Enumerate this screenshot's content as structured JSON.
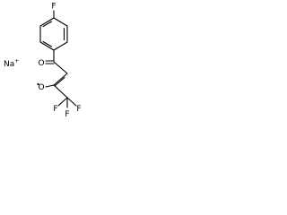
{
  "molecule": {
    "counterion": {
      "symbol": "Na",
      "charge": "+"
    },
    "atoms": {
      "aryl_fluorine": "F",
      "ketone_oxygen": "O",
      "enolate_oxygen": "O",
      "cf3_fluorine_1": "F",
      "cf3_fluorine_2": "F",
      "cf3_fluorine_3": "F"
    },
    "enolate_oxygen_marker": "radical-dot"
  }
}
